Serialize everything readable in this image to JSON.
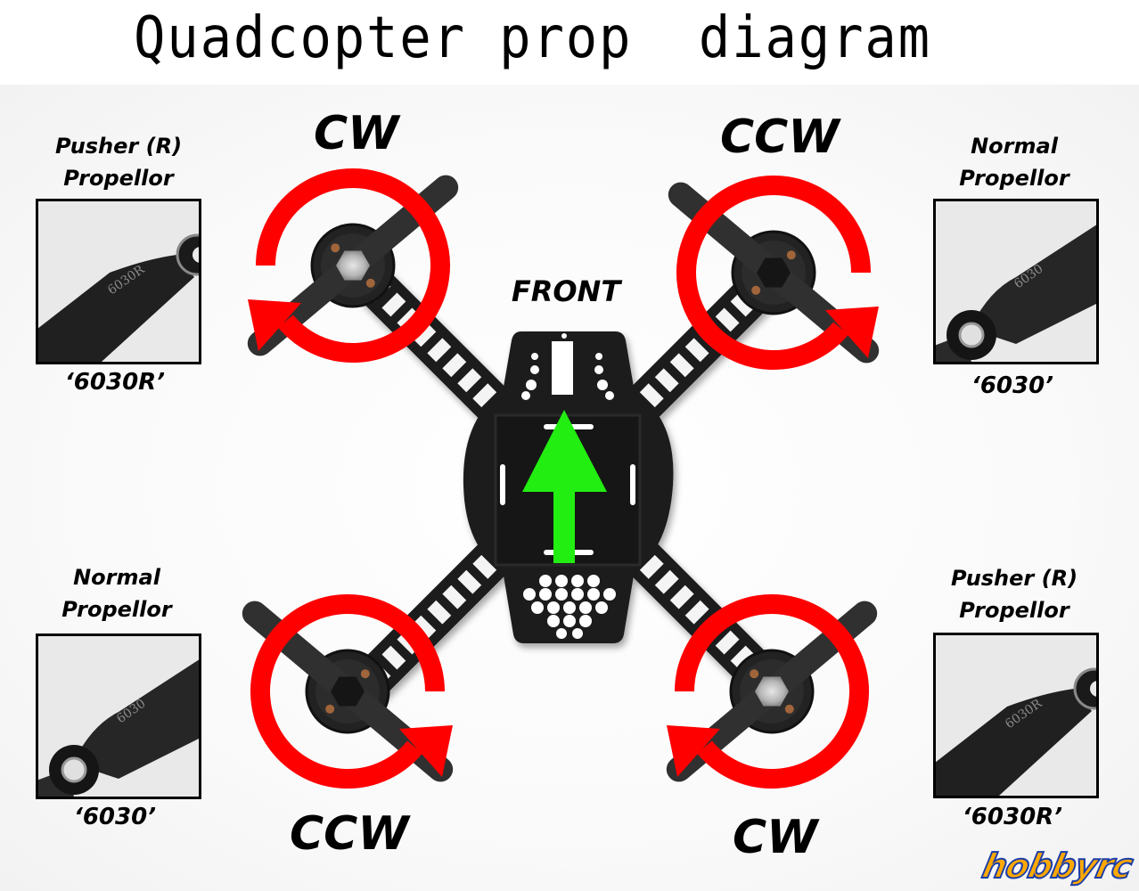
{
  "title": "Quadcopter prop  diagram",
  "front_label": "FRONT",
  "colors": {
    "rotation_arrow": "#ff0000",
    "front_arrow": "#22ee11",
    "frame": "#1e1e1e",
    "logo_fill": "#ffa800",
    "logo_outline": "#1a3da8"
  },
  "motors": [
    {
      "position": "front-left",
      "rotation": "CW",
      "nut": "silver"
    },
    {
      "position": "front-right",
      "rotation": "CCW",
      "nut": "black"
    },
    {
      "position": "rear-left",
      "rotation": "CCW",
      "nut": "black"
    },
    {
      "position": "rear-right",
      "rotation": "CW",
      "nut": "silver"
    }
  ],
  "propellers": [
    {
      "position": "top-left",
      "line1": "Pusher (R)",
      "line2": "Propellor",
      "code": "‘6030R’",
      "imprint": "6030R",
      "type": "pusher"
    },
    {
      "position": "top-right",
      "line1": "Normal",
      "line2": "Propellor",
      "code": "‘6030’",
      "imprint": "6030",
      "type": "normal"
    },
    {
      "position": "bottom-left",
      "line1": "Normal",
      "line2": "Propellor",
      "code": "‘6030’",
      "imprint": "6030",
      "type": "normal"
    },
    {
      "position": "bottom-right",
      "line1": "Pusher (R)",
      "line2": "Propellor",
      "code": "‘6030R’",
      "imprint": "6030R",
      "type": "pusher"
    }
  ],
  "logo": "hobbyrc"
}
